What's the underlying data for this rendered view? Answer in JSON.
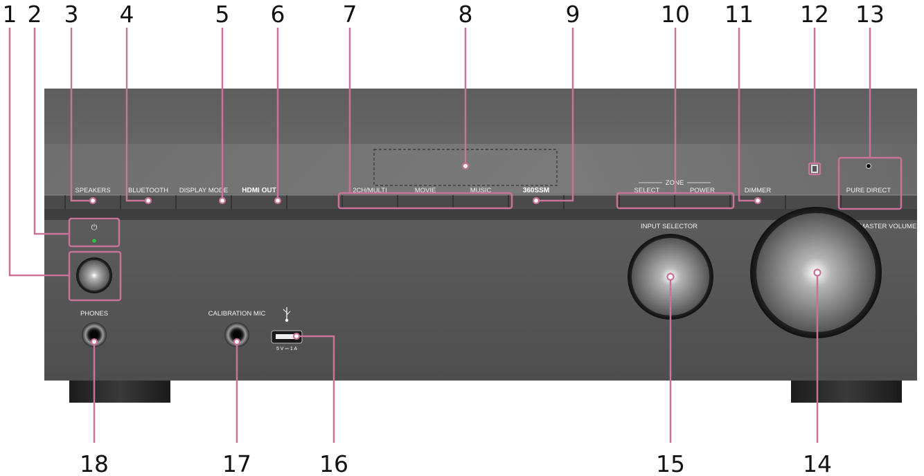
{
  "callouts": [
    "1",
    "2",
    "3",
    "4",
    "5",
    "6",
    "7",
    "8",
    "9",
    "10",
    "11",
    "12",
    "13",
    "14",
    "15",
    "16",
    "17",
    "18"
  ],
  "panel": {
    "speakers": "SPEAKERS",
    "bluetooth": "BLUETOOTH",
    "display_mode": "DISPLAY MODE",
    "hdmi_out": "HDMI OUT",
    "ch_multi": "2CH/MULTI",
    "movie": "MOVIE",
    "music": "MUSIC",
    "ssm": "360SSM",
    "zone": "ZONE",
    "select": "SELECT",
    "power": "POWER",
    "dimmer": "DIMMER",
    "pure_direct": "PURE DIRECT",
    "input_selector": "INPUT SELECTOR",
    "master_volume": "MASTER VOLUME",
    "phones": "PHONES",
    "calibration_mic": "CALIBRATION MIC",
    "usb_rating": "5 V ⎓ 1 A"
  },
  "colors": {
    "leader": "#c7739a",
    "standby_led": "#2fbf4a"
  },
  "icons": {
    "power_symbol": "⏻",
    "usb_symbol": "usb-icon",
    "remote_sensor": "remote-sensor-icon"
  }
}
